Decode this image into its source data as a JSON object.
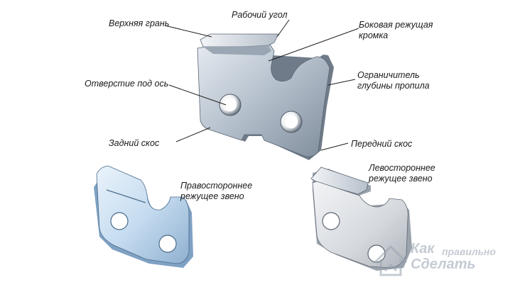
{
  "labels": {
    "top_face": "Верхняя грань",
    "working_angle": "Рабочий угол",
    "side_cutting_edge_1": "Боковая режущая",
    "side_cutting_edge_2": "кромка",
    "axis_hole": "Отверстие под ось",
    "depth_gauge_1": "Ограничитель",
    "depth_gauge_2": "глубины пропила",
    "rear_bevel": "Задний скос",
    "front_bevel": "Передний скос",
    "right_link_1": "Правостороннее",
    "right_link_2": "режущее звено",
    "left_link_1": "Левостороннее",
    "left_link_2": "режущее звено"
  },
  "watermark": {
    "line1": "Как",
    "line1b": "правильно",
    "line2": "Сделать"
  },
  "colors": {
    "metal_light": "#d6dde6",
    "metal_mid": "#a9b5c3",
    "metal_dark": "#7d8a99",
    "link_blue": "#c9def2",
    "link_blue_dark": "#8fb1d3",
    "link_gray": "#d9dde2",
    "outline": "#2b2f36"
  }
}
